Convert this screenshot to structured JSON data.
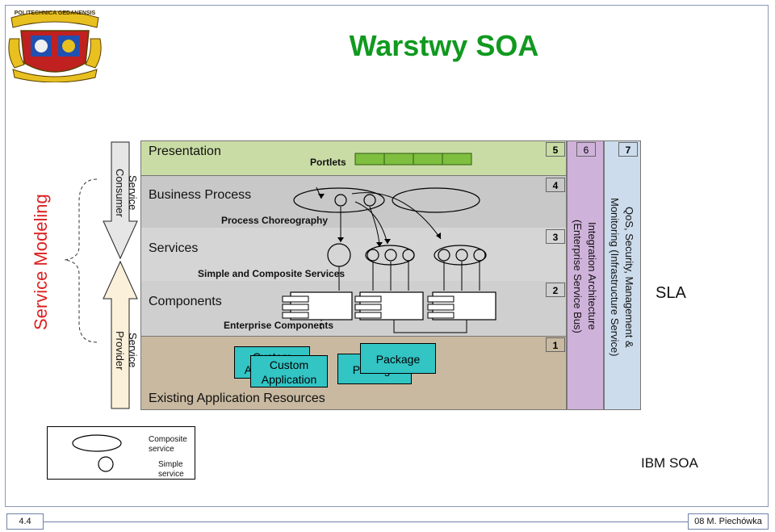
{
  "title": "Warstwy SOA",
  "side_label": "Service Modeling",
  "consumer_label": "Service Consumer",
  "provider_label": "Service Provider",
  "layers": {
    "presentation": "Presentation",
    "business_process": "Business Process",
    "services": "Services",
    "components": "Components",
    "existing": "Existing Application Resources"
  },
  "sublabels": {
    "portlets": "Portlets",
    "choreography": "Process Choreography",
    "simple_composite": "Simple and Composite Services",
    "enterprise_components": "Enterprise Components"
  },
  "boxes": {
    "custom_back": "Custom Application",
    "custom_front": "Custom Application",
    "package_back": "Package",
    "package_front": "Package"
  },
  "layer_numbers": [
    "5",
    "4",
    "3",
    "2",
    "1"
  ],
  "column_numbers": [
    "6",
    "7"
  ],
  "integration_label": "Integration Architecture (Enterprise Service Bus)",
  "qos_label": "QoS, Security, Management & Monitoring (Infrastructure Service)",
  "sla": "SLA",
  "legend": {
    "composite": "Composite service",
    "simple": "Simple service"
  },
  "ibm": "IBM SOA",
  "footer_left": "4.4",
  "footer_right": "08 M. Piechówka",
  "logo_text": "POLITECHNICA GEDANENSIS",
  "colors": {
    "title": "#119920",
    "side_label": "#dd2020",
    "presentation_bg": "#c9dca5",
    "business_bg": "#c8c8c8",
    "services_bg": "#d5d5d5",
    "components_bg": "#cfcfcf",
    "existing_bg": "#c9b9a0",
    "esb_bg": "#cfb2da",
    "qos_bg": "#ccdcec",
    "box": "#33c4c4"
  }
}
